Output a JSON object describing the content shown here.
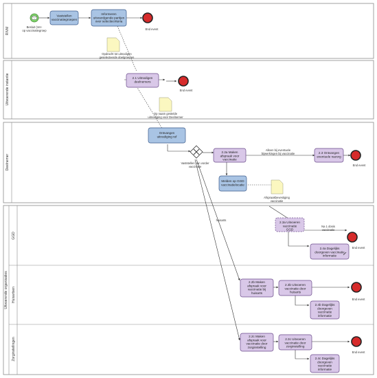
{
  "lanes": {
    "rivm": "RIVM",
    "uitvoerende_instantie": "Uitvoerende instantie",
    "deelnemer": "Deelnemer",
    "uitvoerende_organisaties": "Uitvoerende organisaties",
    "ggd": "GGD",
    "huisartsen": "Huisartsen",
    "zorginstellingen": "Zorginstellingen"
  },
  "nodes": {
    "start_label": "Besluit (Ver-\nop vaccinatiegroep",
    "vaststellen": "Vaststellen\nvaccinatiegroepen",
    "informeren": "Informeren\nuitvoerdgende partijen\nover selectiecriteria",
    "end_rivm": "End event",
    "doc_opdracht": "Opdracht tot uitnodigen\ngeselecteerde doelgroepen",
    "uitnodigen": "2.1 Uitnodigen\ndeelnemers",
    "end_ui": "End event",
    "doc_uitnodiging": "Op naam gestelde\nuitnodiging voor Deelnemer",
    "ontvangen_uitnodiging": "Ontvangen\nuitnodiging ref",
    "gateway_label": "Vaststellen van vorder\nvaccinatie",
    "maken_afspraak_ggd": "2.2a Maken\nafspraak voor\nvaccinatie",
    "ontvangen_afspraak": "2.3 Ontvangen\neventuele nazorg",
    "end_deel": "End event",
    "flow_nazorg": "Alleen bij eventuele\nbijwerkingen bij vaccinatie",
    "melden_ggd": "Melden op GGD\nvaccinatielocatie",
    "doc_afspraak": "Afspraakbevestiging\nvaccinatie",
    "flow_huisarts": "huisarts",
    "uitvoeren_vaccinatie_ggd": "2.3a Uitvoeren\nvaccinatie\nGGD",
    "flow_ggd_end": "Na 1 dosis\nvaccinatie",
    "end_ggd": "End event",
    "dagelijks_ggd": "2.4a Dagelijks\ndoorgeven vaccinatie\ninformatie",
    "maken_afspraak_ha": "2.2b Maken\nafspraak voor\nvaccinatie bij\nhuisarts",
    "uitvoeren_ha": "2.3b Uitvoeren\nvaccinatie door\nhuisarts",
    "end_ha": "End event",
    "dagelijks_ha": "2.4b Dagelijks\ndoorgeven\nvaccinatie\ninformatie",
    "maken_afspraak_zi": "2.2c Maken\nafspraak voor\nvaccinatie door\nzorginstelling",
    "uitvoeren_zi": "2.3c Uitvoeren\nvaccinatie door\nzorginstelling",
    "end_zi": "End event",
    "dagelijks_zi": "2.4c Dagelijks\ndoorgeven\nvaccinatie\ninformatie"
  },
  "colors": {
    "task_blue": "#a9c4e4",
    "task_purple": "#d9c8e8",
    "end_red": "#d62b2b",
    "start_green": "#7fd46b",
    "doc_yellow": "#fbf7c0",
    "lane_border": "#8a8a8a"
  }
}
